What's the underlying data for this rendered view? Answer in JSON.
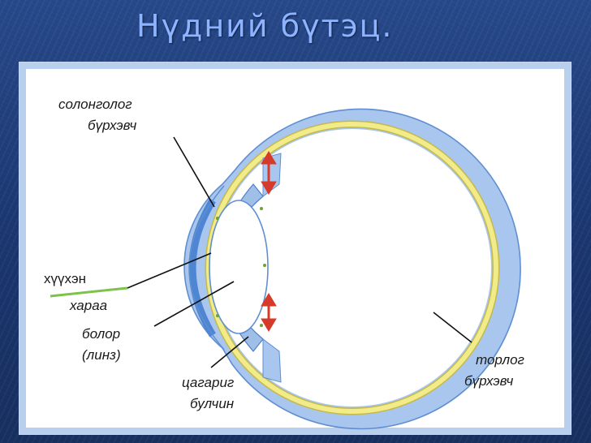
{
  "page": {
    "title": "Нүдний бүтэц."
  },
  "diagram": {
    "labels": {
      "cornea_line1": "солонголог",
      "cornea_line2": "бүрхэвч",
      "pupil_line1": "хүүхэн",
      "pupil_line2": "хараа",
      "lens_line1": "болор",
      "lens_line2": "(линз)",
      "ciliary_line1": "цагариг",
      "ciliary_line2": "булчин",
      "retina_line1": "торлог",
      "retina_line2": "бүрхэвч"
    },
    "colors": {
      "background": "#1f3f7a",
      "title": "#8fb4ff",
      "sclera": "#a8c6ee",
      "sclera_outline": "#5f8fd0",
      "retina": "#f1eb8a",
      "retina_outline": "#c6b94a",
      "arrow": "#d63a2a",
      "pupil_ray": "#7dc24a",
      "nerve": "#6a4b6e"
    }
  }
}
